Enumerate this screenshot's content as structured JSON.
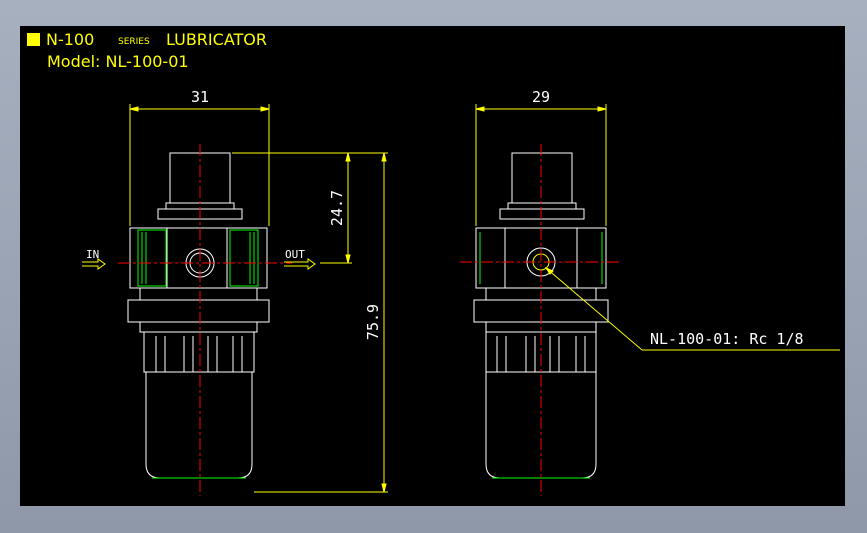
{
  "title": {
    "prefix": "N-100",
    "series_word": "SERIES",
    "name": "LUBRICATOR",
    "model_label": "Model: NL-100-01"
  },
  "front_view": {
    "width_dim": "31",
    "height_top_dim": "24.7",
    "height_total_dim": "75.9",
    "inlet_label": "IN",
    "outlet_label": "OUT"
  },
  "side_view": {
    "width_dim": "29",
    "port_callout": "NL-100-01: Rc 1/8"
  },
  "colors": {
    "background": "#000000",
    "outline": "#ffffff",
    "accent": "#00ff00",
    "centerline": "#ff0000",
    "dimension": "#ffff00"
  }
}
